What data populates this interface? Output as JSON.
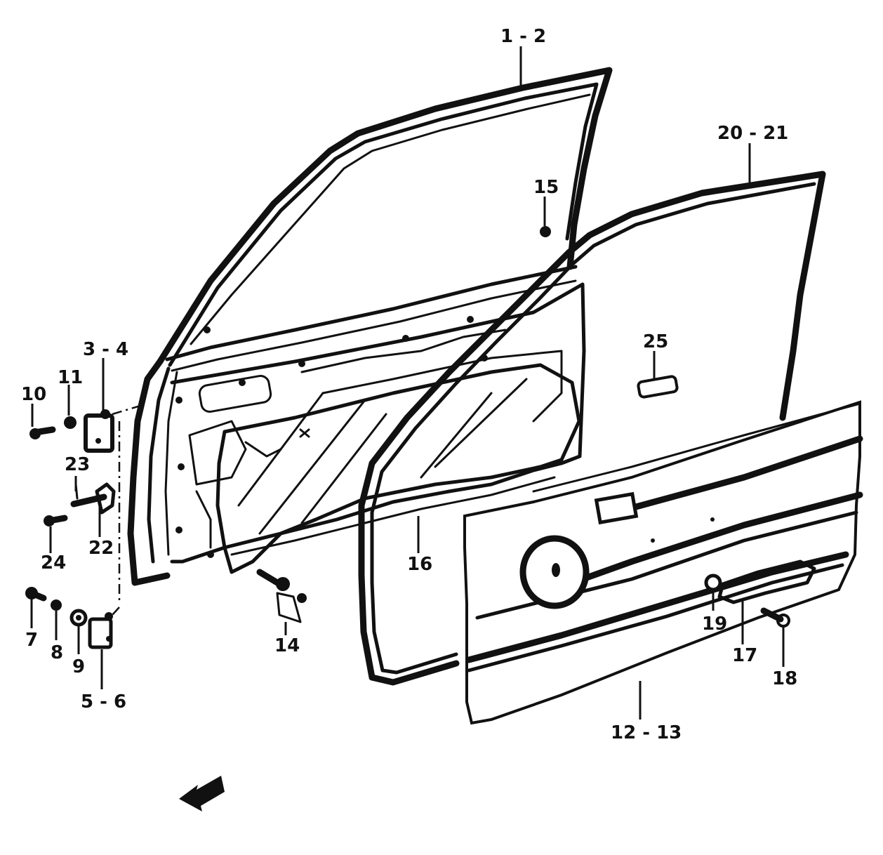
{
  "callouts": {
    "c1_2": "1 - 2",
    "c3_4": "3 - 4",
    "c5_6": "5 - 6",
    "c7": "7",
    "c8": "8",
    "c9": "9",
    "c10": "10",
    "c11": "11",
    "c12_13": "12 - 13",
    "c14": "14",
    "c15": "15",
    "c16": "16",
    "c17": "17",
    "c18": "18",
    "c19": "19",
    "c20_21": "20 - 21",
    "c22": "22",
    "c23": "23",
    "c24": "24",
    "c25": "25"
  }
}
